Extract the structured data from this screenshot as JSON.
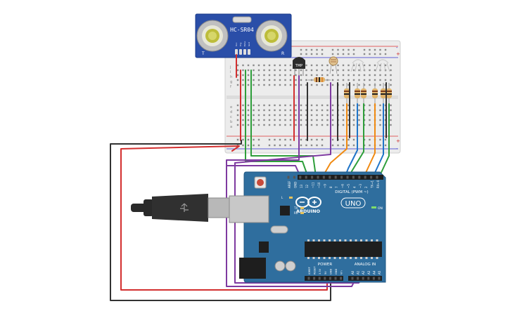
{
  "sensor": {
    "model": "HC-SR04",
    "left_mark": "T",
    "right_mark": "R",
    "pins": [
      "Vcc",
      "Trig",
      "Echo",
      "Gnd"
    ]
  },
  "temp_sensor": {
    "label": "TMP"
  },
  "breadboard": {
    "row_labels": [
      "j",
      "i",
      "h",
      "g",
      "f",
      "e",
      "d",
      "c",
      "b",
      "a"
    ],
    "rail_plus": "+",
    "rail_minus": "-"
  },
  "arduino": {
    "brand": "ARDUINO",
    "model": "UNO",
    "digital_label": "DIGITAL (PWM ~)",
    "power_label": "POWER",
    "analog_label": "ANALOG IN",
    "on_label": "ON",
    "l_label": "L",
    "tx_label": "TX",
    "rx_label": "RX",
    "top_pins": [
      "AREF",
      "GND",
      "13",
      "12",
      "~11",
      "~10",
      "~9",
      "8",
      "7",
      "~6",
      "~5",
      "4",
      "~3",
      "2",
      "TX→1",
      "RX←0"
    ],
    "power_pins": [
      "IOREF",
      "RESET",
      "3.3V",
      "5V",
      "GND",
      "GND",
      "Vin"
    ],
    "analog_pins": [
      "A0",
      "A1",
      "A2",
      "A3",
      "A4",
      "A5"
    ]
  },
  "colors": {
    "board": "#2f6e9e",
    "board_dark": "#1f5680",
    "breadboard": "#eeeeee",
    "wire_red": "#d32f2f",
    "wire_black": "#333333",
    "wire_green": "#2e9e3a",
    "wire_purple": "#7e3aa0",
    "wire_orange": "#f08a12",
    "wire_blue": "#1f74c8",
    "sensor_board": "#2a4ea8"
  }
}
